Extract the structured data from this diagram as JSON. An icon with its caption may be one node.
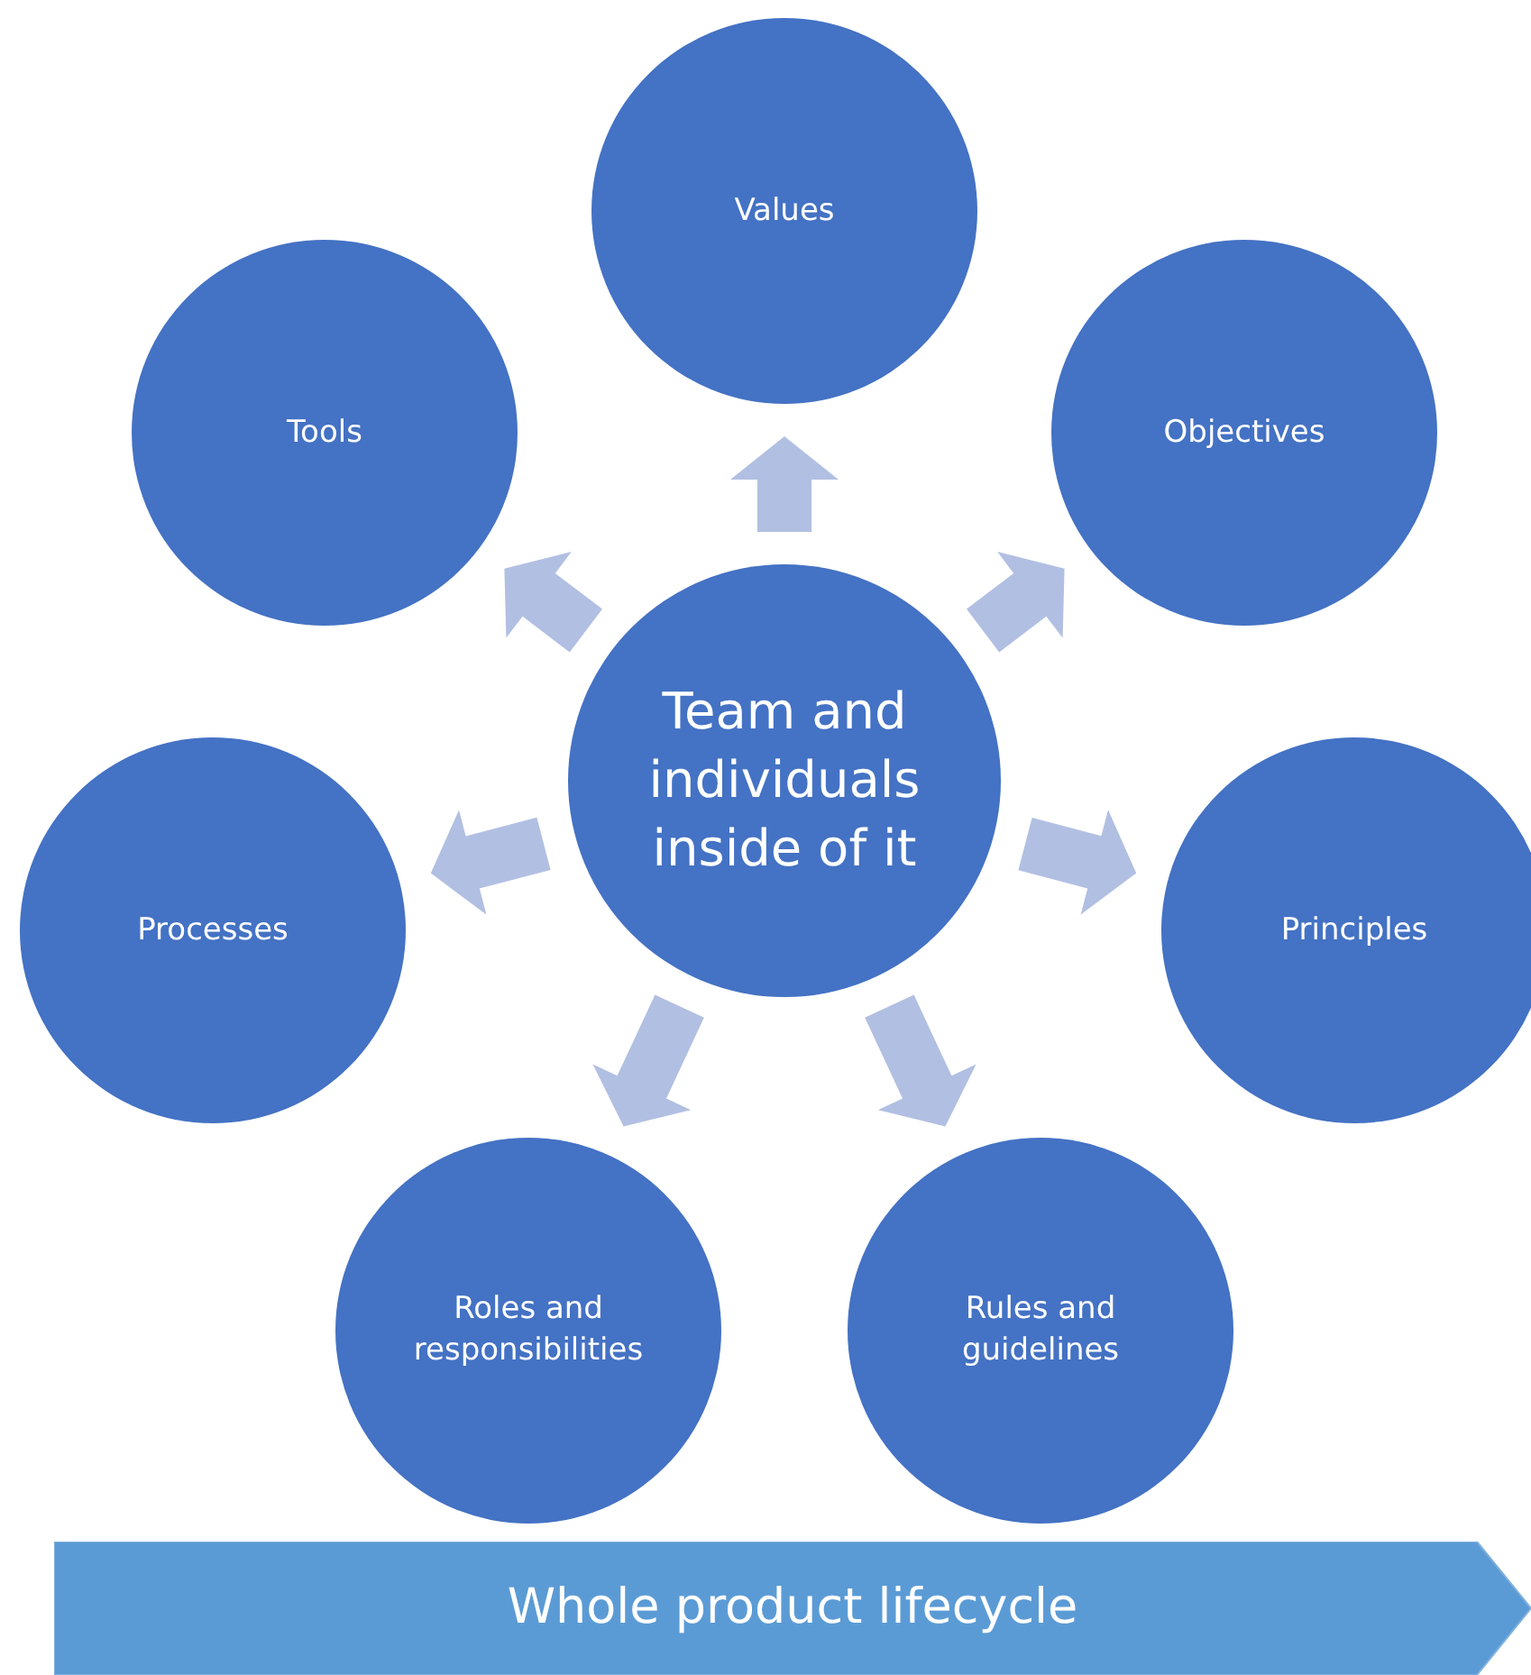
{
  "diagram": {
    "nodes": [
      {
        "text": [
          "Values"
        ]
      },
      {
        "text": [
          "Tools"
        ]
      },
      {
        "text": [
          "Objectives"
        ]
      },
      {
        "text": [
          "Team and individuals inside of it"
        ]
      },
      {
        "text": [
          "Processes"
        ]
      },
      {
        "text": [
          "Principles"
        ]
      },
      {
        "text": [
          "Roles and responsibilities"
        ]
      },
      {
        "text": [
          "Rules and guidelines"
        ]
      },
      {
        "text": [
          "Whole product lifecycle"
        ]
      }
    ],
    "edges": [
      {
        "from": 3,
        "to": 0,
        "arrow": "to"
      },
      {
        "from": 3,
        "to": 2,
        "arrow": "to"
      },
      {
        "from": 3,
        "to": 5,
        "arrow": "to"
      },
      {
        "from": 3,
        "to": 7,
        "arrow": "to"
      },
      {
        "from": 3,
        "to": 6,
        "arrow": "to"
      },
      {
        "from": 3,
        "to": 4,
        "arrow": "to"
      },
      {
        "from": 3,
        "to": 1,
        "arrow": "to"
      }
    ]
  }
}
